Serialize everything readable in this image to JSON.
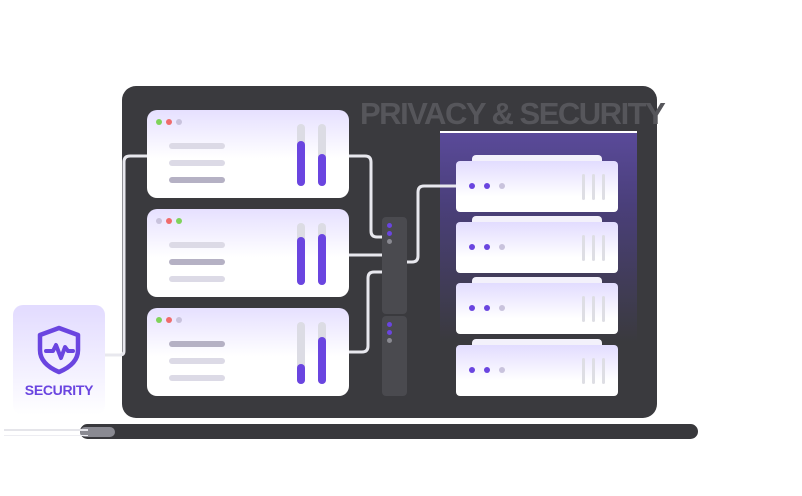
{
  "heading": "PRIVACY & SECURITY",
  "badge": {
    "label": "SECURITY",
    "icon": "shield-pulse-icon"
  },
  "windows": [
    {
      "dots": [
        "#7fd35a",
        "#f06b6b",
        "#c9c3dd"
      ],
      "bars": [
        0.72,
        0.52
      ]
    },
    {
      "dots": [
        "#c9c3dd",
        "#f06b6b",
        "#7fd35a"
      ],
      "bars": [
        0.77,
        0.82
      ]
    },
    {
      "dots": [
        "#7fd35a",
        "#f06b6b",
        "#c9c3dd"
      ],
      "bars": [
        0.33,
        0.75
      ]
    }
  ],
  "servers": [
    {
      "lights": [
        "#6a45e0",
        "#6a45e0",
        "#c9c3dd"
      ]
    },
    {
      "lights": [
        "#6a45e0",
        "#6a45e0",
        "#c9c3dd"
      ]
    },
    {
      "lights": [
        "#6a45e0",
        "#6a45e0",
        "#c9c3dd"
      ]
    },
    {
      "lights": [
        "#6a45e0",
        "#6a45e0",
        "#c9c3dd"
      ]
    }
  ],
  "colors": {
    "accent": "#6a45e0",
    "laptop": "#3a3a3e",
    "cable": "#e8e8ee"
  }
}
